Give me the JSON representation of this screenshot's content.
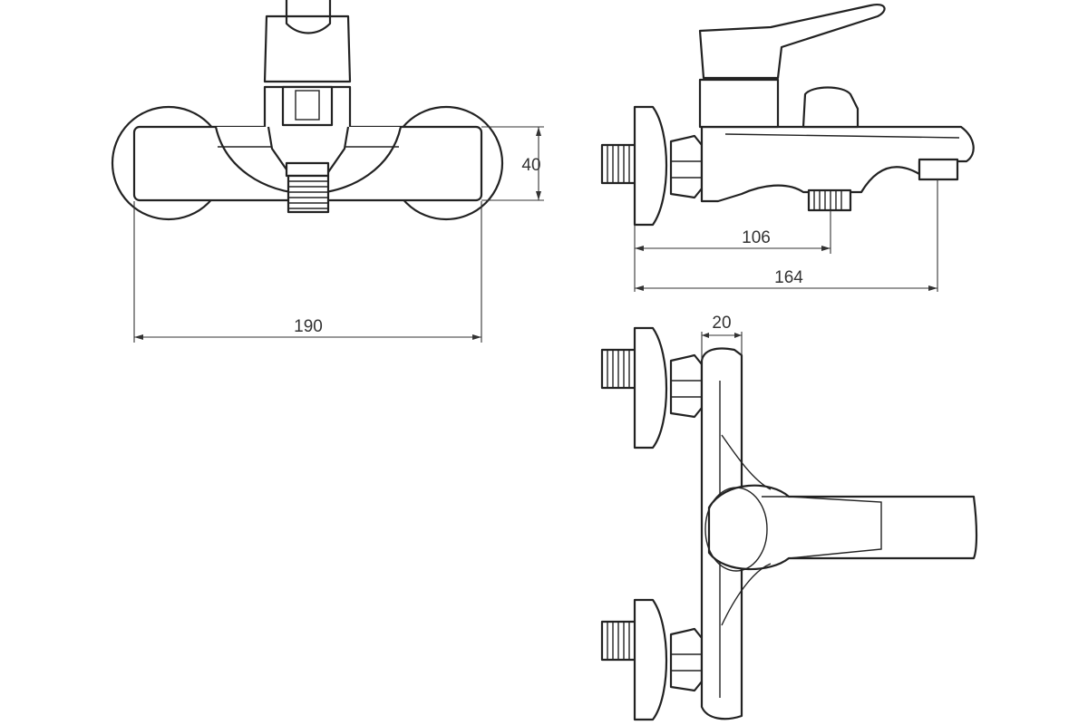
{
  "drawing": {
    "views": {
      "front": {
        "dimensions": {
          "width": "190",
          "height": "40"
        }
      },
      "side": {
        "dimensions": {
          "outlet": "106",
          "depth": "164"
        }
      },
      "top": {
        "dimensions": {
          "body": "20"
        }
      }
    }
  }
}
